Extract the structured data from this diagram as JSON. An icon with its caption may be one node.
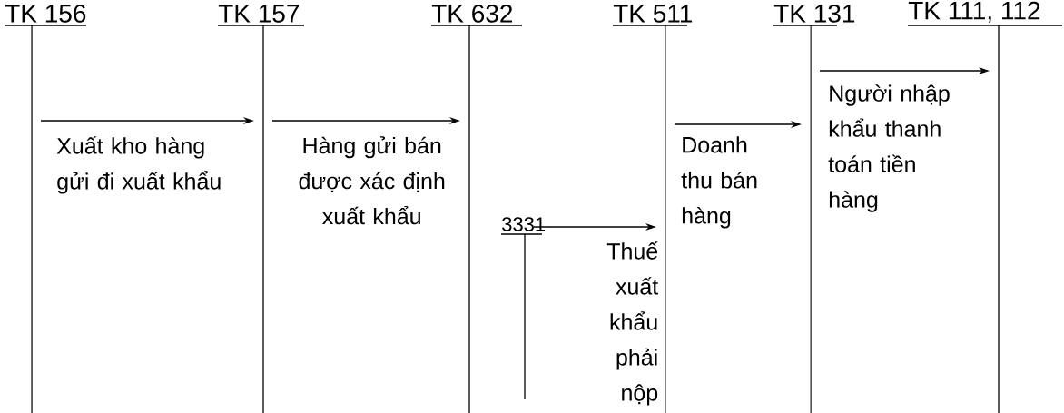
{
  "diagram": {
    "nodes": [
      {
        "text": [
          "TK 156"
        ]
      },
      {
        "text": [
          "TK 157"
        ]
      },
      {
        "text": [
          "TK 632"
        ]
      },
      {
        "text": [
          "TK 511"
        ]
      },
      {
        "text": [
          "TK 131"
        ]
      },
      {
        "text": [
          "TK 111, 112"
        ]
      },
      {
        "text": [
          "3331"
        ]
      }
    ],
    "edges": [
      {
        "from": 0,
        "to": 1,
        "arrow": "to",
        "label": "Xuất kho hàng gửi đi xuất khẩu"
      },
      {
        "from": 1,
        "to": 2,
        "arrow": "to",
        "label": "Hàng gửi bán được xác định xuất khẩu"
      },
      {
        "from": 6,
        "to": 3,
        "arrow": "to",
        "label": "Thuế xuất khẩu phải nộp"
      },
      {
        "from": 3,
        "to": 4,
        "arrow": "to",
        "label": "Doanh thu bán hàng"
      },
      {
        "from": 4,
        "to": 5,
        "arrow": "to",
        "label": "Người nhập khẩu thanh toán tiền hàng"
      }
    ]
  }
}
